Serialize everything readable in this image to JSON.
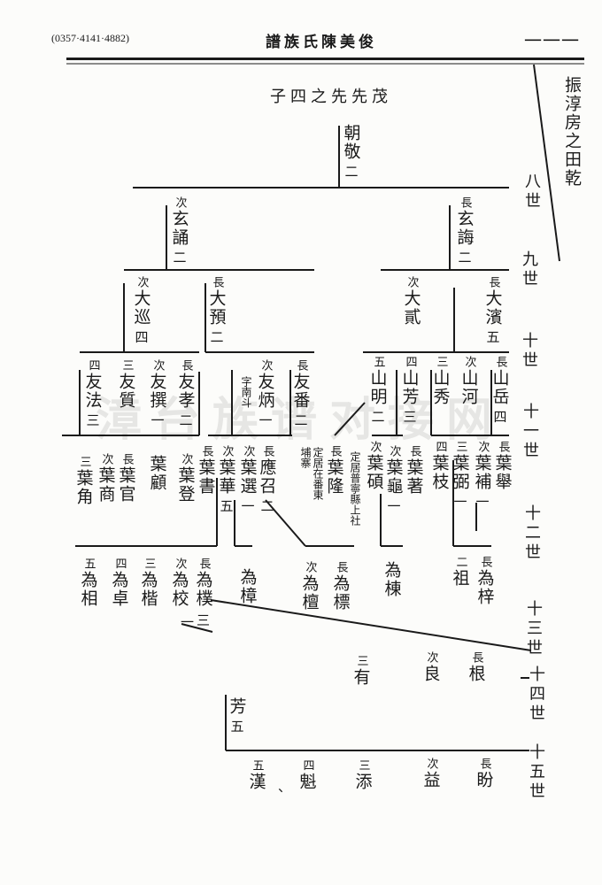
{
  "header": {
    "phone": "(0357·4141·4882)",
    "title": "譜族氏陳美俊",
    "page": "一一一"
  },
  "side_note": "振淳房之田乾",
  "tree_title": "子四之先先茂",
  "watermark": "漳台族谱对接网",
  "generations": [
    {
      "label": "八世",
      "members": [
        {
          "name": "朝敬",
          "num": "二"
        }
      ]
    },
    {
      "label": "九世",
      "members": [
        {
          "rank": "次",
          "name": "玄誦",
          "num": "二"
        },
        {
          "rank": "長",
          "name": "玄誨",
          "num": "二"
        }
      ]
    },
    {
      "label": "十世",
      "members": [
        {
          "rank": "次",
          "name": "大巡",
          "num": "四"
        },
        {
          "rank": "長",
          "name": "大預",
          "num": "二"
        },
        {
          "rank": "次",
          "name": "大貳"
        },
        {
          "rank": "長",
          "name": "大濱",
          "num": "五"
        }
      ]
    },
    {
      "label": "十一世",
      "members": [
        {
          "rank": "四",
          "name": "友法",
          "num": "三"
        },
        {
          "rank": "三",
          "name": "友質"
        },
        {
          "rank": "次",
          "name": "友撰",
          "num": "一"
        },
        {
          "rank": "長",
          "name": "友孝",
          "num": "二"
        },
        {
          "rank": "次",
          "name": "友炳",
          "note": "字南斗",
          "num": "一"
        },
        {
          "rank": "長",
          "name": "友番",
          "num": "二"
        },
        {
          "rank": "五",
          "name": "山明",
          "num": "二"
        },
        {
          "rank": "四",
          "name": "山芳",
          "num": "三"
        },
        {
          "rank": "三",
          "name": "山秀"
        },
        {
          "rank": "次",
          "name": "山河"
        },
        {
          "rank": "長",
          "name": "山岳",
          "num": "四"
        }
      ]
    },
    {
      "label": "十二世",
      "members": [
        {
          "rank": "三",
          "name": "葉角"
        },
        {
          "rank": "次",
          "name": "葉商"
        },
        {
          "rank": "長",
          "name": "葉官"
        },
        {
          "name": "葉顧"
        },
        {
          "rank": "次",
          "name": "葉登"
        },
        {
          "rank": "長",
          "name": "葉書"
        },
        {
          "rank": "次",
          "name": "葉華",
          "num": "五"
        },
        {
          "rank": "次",
          "name": "葉選",
          "num": "一"
        },
        {
          "rank": "長",
          "name": "應召",
          "num": "二"
        },
        {
          "rank": "長",
          "name": "葉隆",
          "note": "定居在番東埔寨"
        },
        {
          "rank": "次",
          "name": "葉碩",
          "note": "定居普寧縣上社"
        },
        {
          "rank": "次",
          "name": "葉龜",
          "num": "一"
        },
        {
          "rank": "長",
          "name": "葉著"
        },
        {
          "rank": "四",
          "name": "葉枝"
        },
        {
          "rank": "三",
          "name": "葉弼",
          "num": "一"
        },
        {
          "rank": "次",
          "name": "葉補",
          "num": "一"
        },
        {
          "rank": "長",
          "name": "葉舉"
        }
      ]
    },
    {
      "label": "十三世",
      "members": [
        {
          "rank": "五",
          "name": "為相"
        },
        {
          "rank": "四",
          "name": "為卓"
        },
        {
          "rank": "三",
          "name": "為楷"
        },
        {
          "rank": "次",
          "name": "為校"
        },
        {
          "rank": "長",
          "name": "為樸"
        },
        {
          "name": "為樟"
        },
        {
          "rank": "次",
          "name": "為檀"
        },
        {
          "rank": "長",
          "name": "為標"
        },
        {
          "name": "為棟"
        },
        {
          "rank": "二",
          "name": "祖"
        },
        {
          "rank": "長",
          "name": "為梓"
        }
      ]
    },
    {
      "label": "十四世",
      "members": [
        {
          "name": "芳",
          "num": "五"
        },
        {
          "rank": "三",
          "name": "有"
        },
        {
          "rank": "次",
          "name": "良"
        },
        {
          "rank": "長",
          "name": "根"
        }
      ]
    },
    {
      "label": "十五世",
      "members": [
        {
          "rank": "五",
          "name": "漢"
        },
        {
          "rank": "四",
          "name": "魁"
        },
        {
          "rank": "三",
          "name": "添"
        },
        {
          "rank": "次",
          "name": "益"
        },
        {
          "rank": "長",
          "name": "盼"
        }
      ]
    }
  ],
  "marks": [
    "一",
    "三",
    "、"
  ]
}
